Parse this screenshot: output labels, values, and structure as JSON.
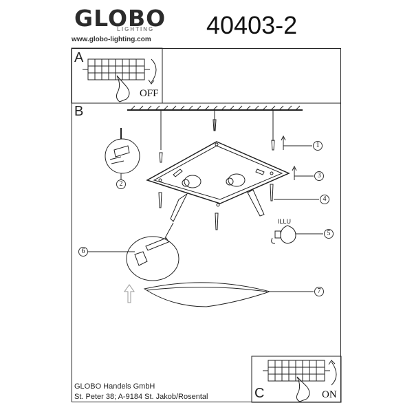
{
  "header": {
    "brand": "GLOBO",
    "brand_sub": "LIGHTING",
    "website": "www.globo-lighting.com",
    "model_number": "40403-2"
  },
  "panels": {
    "a": {
      "letter": "A",
      "switch_label": "OFF"
    },
    "b": {
      "letter": "B",
      "illu_label": "ILLU"
    },
    "c": {
      "letter": "C",
      "switch_label": "ON"
    }
  },
  "steps": [
    "1",
    "2",
    "3",
    "4",
    "5",
    "6",
    "7"
  ],
  "footer": {
    "company": "GLOBO Handels GmbH",
    "address": "St. Peter 38; A-9184 St. Jakob/Rosental"
  }
}
